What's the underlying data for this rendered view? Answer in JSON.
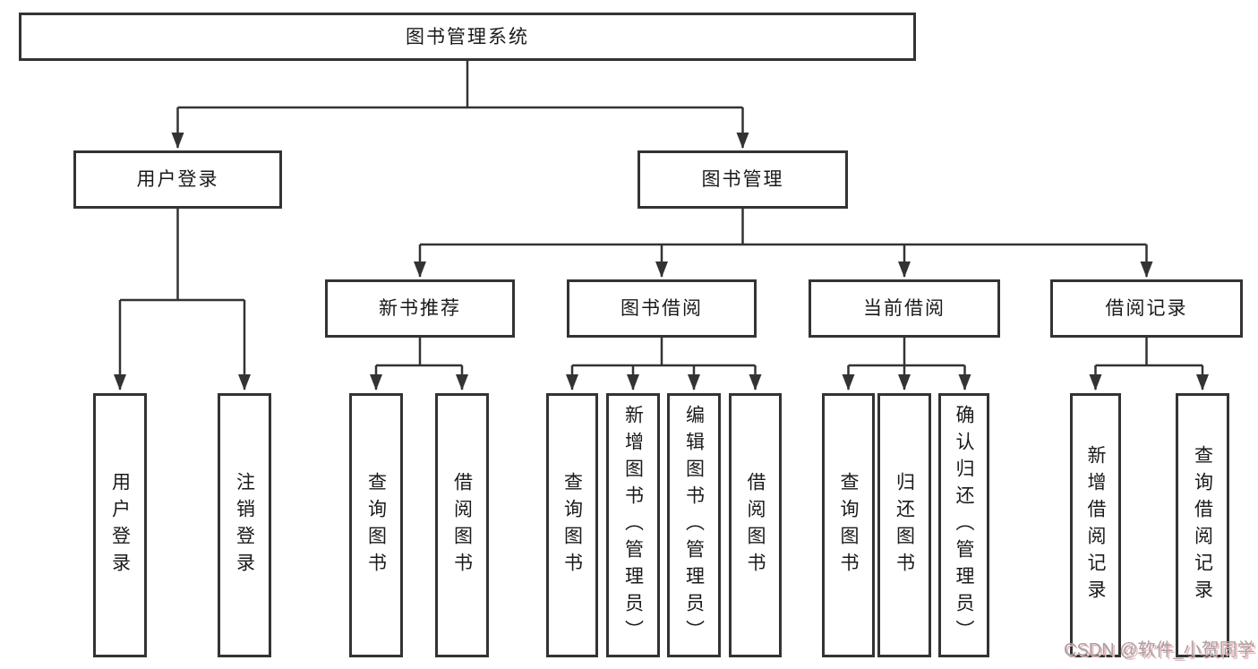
{
  "diagram_title": "图书管理系统",
  "nodes": {
    "root": "图书管理系统",
    "user_login": "用户登录",
    "book_management": "图书管理",
    "new_book_recommend": "新书推荐",
    "book_borrow": "图书借阅",
    "current_borrow": "当前借阅",
    "borrow_records": "借阅记录",
    "leaf_user_login": "用户登录",
    "leaf_logout": "注销登录",
    "leaf_recommend_query_book": "查询图书",
    "leaf_recommend_borrow_book": "借阅图书",
    "leaf_borrow_query_book": "查询图书",
    "leaf_borrow_add_book": "新增图书（管理员）",
    "leaf_borrow_edit_book": "编辑图书（管理员）",
    "leaf_borrow_borrow_book": "借阅图书",
    "leaf_current_query_book": "查询图书",
    "leaf_current_return_book": "归还图书",
    "leaf_current_confirm_return": "确认归还（管理员）",
    "leaf_records_add_record": "新增借阅记录",
    "leaf_records_query_record": "查询借阅记录"
  },
  "watermark": {
    "text": "CSDN @软件_小贺同学"
  },
  "colors": {
    "line": "#333333",
    "text": "#1a1a1a",
    "box_background": "#ffffff",
    "watermark_text": "#a3a3a3",
    "watermark_shadow": "#f2b4ba"
  }
}
